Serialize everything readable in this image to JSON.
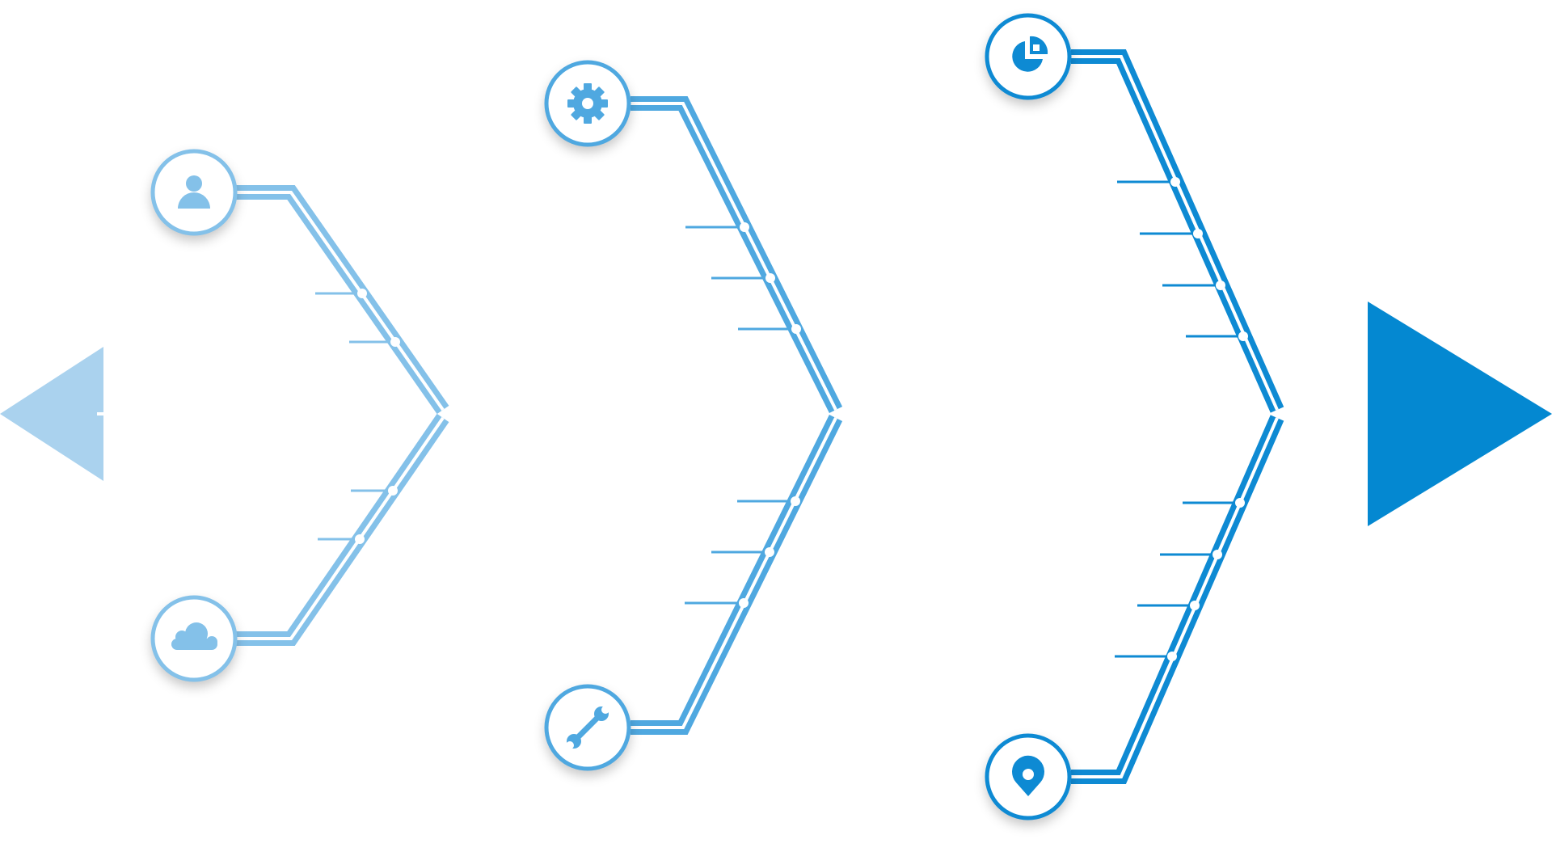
{
  "diagram": {
    "type": "fishbone",
    "colors": {
      "light": "#84C1E9",
      "medium": "#4FA8E0",
      "dark": "#0E8AD3",
      "left_arrow": "#AAD2EE",
      "right_arrow": "#0488D1",
      "dot": "#ffffff"
    },
    "categories": [
      {
        "icon": "user-icon",
        "position": "top",
        "ribs": 2
      },
      {
        "icon": "cloud-icon",
        "position": "bottom",
        "ribs": 2
      },
      {
        "icon": "gear-icon",
        "position": "top",
        "ribs": 3
      },
      {
        "icon": "wrench-icon",
        "position": "bottom",
        "ribs": 3
      },
      {
        "icon": "pie-chart-icon",
        "position": "top",
        "ribs": 4
      },
      {
        "icon": "map-marker-icon",
        "position": "bottom",
        "ribs": 4
      }
    ]
  }
}
